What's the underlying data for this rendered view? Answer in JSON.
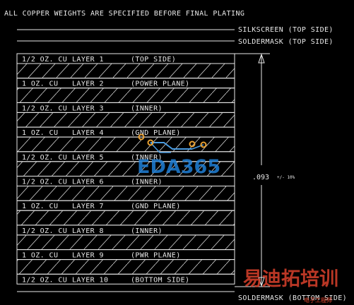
{
  "note": "ALL COPPER WEIGHTS ARE SPECIFIED BEFORE FINAL PLATING",
  "silkscreen_top": "SILKSCREEN   (TOP SIDE)",
  "soldermask_top": "SOLDERMASK   (TOP SIDE)",
  "soldermask_bottom": "SOLDERMASK   (BOTTOM SIDE)",
  "thickness": ".093",
  "tolerance": "+/- 10%",
  "layers": [
    {
      "weight": "1/2 OZ. CU",
      "layer": "LAYER 1",
      "desc": "(TOP SIDE)"
    },
    {
      "weight": "1 OZ. CU",
      "layer": "LAYER 2",
      "desc": "(POWER PLANE)"
    },
    {
      "weight": "1/2 OZ. CU",
      "layer": "LAYER 3",
      "desc": "(INNER)"
    },
    {
      "weight": "1 OZ. CU",
      "layer": "LAYER 4",
      "desc": "(GND PLANE)"
    },
    {
      "weight": "1/2 OZ. CU",
      "layer": "LAYER 5",
      "desc": "(INNER)"
    },
    {
      "weight": "1/2 OZ. CU",
      "layer": "LAYER 6",
      "desc": "(INNER)"
    },
    {
      "weight": "1 OZ. CU",
      "layer": "LAYER 7",
      "desc": "(GND PLANE)"
    },
    {
      "weight": "1/2 OZ. CU",
      "layer": "LAYER 8",
      "desc": "(INNER)"
    },
    {
      "weight": "1 OZ. CU",
      "layer": "LAYER 9",
      "desc": "(PWR PLANE)"
    },
    {
      "weight": "1/2 OZ. CU",
      "layer": "LAYER 10",
      "desc": "(BOTTOM SIDE)"
    }
  ],
  "watermark": {
    "logo_text": "EDA365",
    "logo_color": "#1e7fd6",
    "pad_color": "#e8a032",
    "cn_text": "易迪拓培训",
    "cn_color": "#d9412b",
    "cn_sub": "电子工程师"
  }
}
